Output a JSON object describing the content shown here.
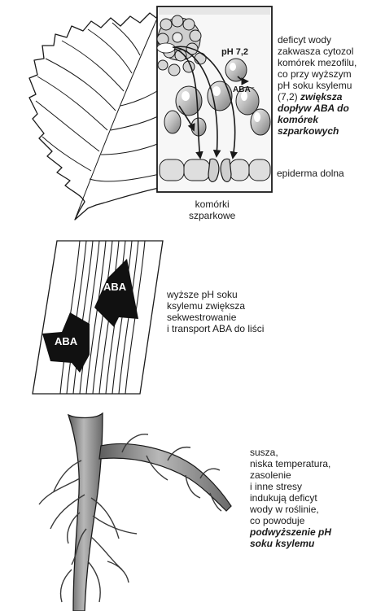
{
  "leaf_panel": {
    "ph_label": "pH 7,2",
    "aba_ion_label": "ABA⁻",
    "caption_lines": [
      {
        "text": "deficyt wody",
        "emphasis": false
      },
      {
        "text": "zakwasza cytozol",
        "emphasis": false
      },
      {
        "text": "komórek mezofilu,",
        "emphasis": false
      },
      {
        "text": "co przy wyższym",
        "emphasis": false
      },
      {
        "text": "pH soku ksylemu",
        "emphasis": false
      },
      {
        "text": "(7,2) zwiększa",
        "emphasis": "partial",
        "plain": "(7,2) ",
        "bold": "zwiększa"
      },
      {
        "text": "dopływ ABA do",
        "emphasis": true
      },
      {
        "text": "komórek",
        "emphasis": true
      },
      {
        "text": "szparkowych",
        "emphasis": true
      }
    ],
    "epidermis_label": "epiderma dolna",
    "guard_cells_label": [
      "komórki",
      "szparkowe"
    ]
  },
  "stem_panel": {
    "arrow_label_top": "ABA",
    "arrow_label_bottom": "ABA",
    "caption_lines": [
      "wyższe pH soku",
      "ksylemu zwiększa",
      "sekwestrowanie",
      "i transport ABA do liści"
    ]
  },
  "root_panel": {
    "caption_lines": [
      {
        "text": "susza,",
        "emphasis": false
      },
      {
        "text": "niska temperatura,",
        "emphasis": false
      },
      {
        "text": "zasolenie",
        "emphasis": false
      },
      {
        "text": "i inne stresy",
        "emphasis": false
      },
      {
        "text": "indukują deficyt",
        "emphasis": false
      },
      {
        "text": "wody w roślinie,",
        "emphasis": false
      },
      {
        "text": "co powoduje",
        "emphasis": false
      },
      {
        "text": "podwyższenie pH",
        "emphasis": true
      },
      {
        "text": "soku ksylemu",
        "emphasis": true
      }
    ]
  },
  "colors": {
    "ink": "#1a1a1a",
    "cell_fill": "#d9d9d9",
    "root_fill": "#9a9a9a",
    "arrow_fill": "#111111"
  }
}
